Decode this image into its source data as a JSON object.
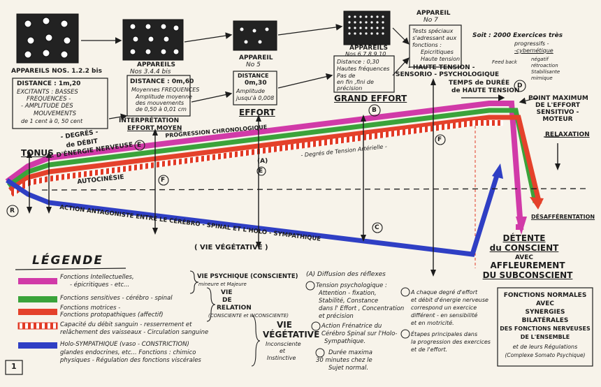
{
  "colors": {
    "psychic": "#d13aa8",
    "sensory": "#3aa33a",
    "motor": "#e4412b",
    "blood_red": "#e23a25",
    "blood_white": "#ffffff",
    "vegetative": "#2f3fc4",
    "ink": "#1c1c1c",
    "paper": "#f7f3ea"
  },
  "apparatus": {
    "a1": {
      "title": "APPAREILS NOS. 1.2.2 bis",
      "distance": "DISTANCE : 1m,20",
      "lines": [
        "EXCITANTS : BASSES",
        "FREQUENCES -",
        "- AMPLITUDE DES",
        "MOUVEMENTS",
        "de 1 cent à 0, 50 cent"
      ]
    },
    "a3": {
      "title": "APPAREILS",
      "number": "Nos 3.4.4 bis",
      "distance": "DISTANCE : 0m,60",
      "lines": [
        "Moyennes FREQUENCES",
        "Amplitude moyenne",
        "des mouvements",
        "de 0,50 à 0,01 cm"
      ]
    },
    "a5": {
      "title": "APPAREIL",
      "number": "No 5",
      "distance": "DISTANCE",
      "dist_val": "0m,30",
      "lines": [
        "Amplitude",
        "jusqu'à 0,008"
      ]
    },
    "a6": {
      "title": "APPAREILS",
      "number": "Nos 6.7.8.9.10",
      "lines": [
        "Distance : 0,30",
        "Hautes fréquences",
        "Pas de",
        "en fin ,fini de",
        "précision"
      ]
    },
    "a7": {
      "title": "APPAREIL",
      "number": "No 7",
      "lines": [
        "Tests spéciaux",
        "s'adressant aux",
        "fonctions :",
        "Epicritiques",
        "Haute tension"
      ]
    }
  },
  "labels": {
    "soit": "Soit : 2000 Exercices très",
    "soit2": "progressifs -",
    "soit3": "-cybernétique",
    "right_small": [
      "Feed back",
      "négatif",
      "rétroaction",
      "Stabilisante",
      "mimique"
    ],
    "haute_tension": "- HAUTE TENSION -",
    "sensorio": "SENSORIO - PSYCHOLOGIQUE",
    "temps": "TEMPS de DURÉE",
    "temps2": "de HAUTE TENSION",
    "d_circle": "D",
    "point_max": [
      "POINT MAXIMUM",
      "DE L'EFFORT",
      "SENSITIVO -",
      "MOTEUR"
    ],
    "relaxation": "RELAXATION",
    "effort": "EFFORT",
    "grand_effort": "GRAND EFFORT",
    "b_circle": "B",
    "interp": "INTERPRÉTATION",
    "effort_moyen": "EFFORT MOYEN",
    "progression": "PROGRESSION CHRONOLOGIQUE",
    "degres": [
      "- DEGRÉS -",
      "de DÉBIT",
      "D'ÉNERGIE NERVEUSE"
    ],
    "e_circle": "E",
    "tonus": "TONUS",
    "autocinesie": "AUTOCINÉSIE",
    "f_circle": "F",
    "a_label": "(A)",
    "degres_tension": "- Degrés de Tension Artérielle -",
    "action": "ACTION ANTAGONISTE   ENTRE LE CÉRÉBRO -   SPINAL ET L'HOLO - SYMPATHIQUE",
    "vie_veg": "( VIE VÉGÉTATIVE )",
    "c_circle": "C",
    "r_circle": "R",
    "desafferentation": "DÉSAFFÉRENTATION",
    "detente": [
      "DÉTENTE",
      "du CONSCIENT",
      "AVEC",
      "AFFLEUREMENT",
      "DU SUBCONSCIENT"
    ],
    "fonctions_normales": [
      "FONCTIONS NORMALES",
      "AVEC",
      "SYNERGIES",
      "BILATÉRALES",
      "DES FONCTIONS NERVEUSES",
      "DE L'ENSEMBLE",
      "et de leurs Régulations",
      "(Complexe Somato Psychique)"
    ],
    "number_box": "1"
  },
  "legend": {
    "title": "LÉGENDE",
    "items": [
      {
        "text": "Fonctions Intellectuelles,",
        "text2": "- épicritiques - etc...",
        "key": "psychic"
      },
      {
        "text": "Fonctions sensitives - cérébro - spinal",
        "key": "sensory"
      },
      {
        "text": "Fonctions motrices -",
        "text2": "Fonctions protopathiques (affectif)",
        "key": "motor"
      },
      {
        "text": "Capacité du débit sanguin - resserrement et",
        "text2": "relâchement des vaisseaux - Circulation sanguine",
        "key": "blood"
      },
      {
        "text": "Holo-SYMPATHIQUE (vaso - CONSTRICTION)",
        "text2": "glandes endocrines, etc... Fonctions : chimico",
        "text3": "physiques - Régulation des fonctions viscérales",
        "key": "vegetative"
      }
    ],
    "vie_psy": "VIE PSYCHIQUE (CONSCIENTE)",
    "vie_psy2": "mineure et Majeure",
    "vie_rel": "VIE",
    "vie_rel2": "DE",
    "vie_rel3": "RELATION",
    "vie_rel4": "(CONSCIENTE et INCONSCIENTE)",
    "vie_veg": "VIE",
    "vie_veg2": "VÉGÉTATIVE",
    "vie_veg3": "Inconsciente",
    "vie_veg4": "et",
    "vie_veg5": "Instinctive"
  },
  "notes": {
    "A": "(A) Diffusion des réflexes",
    "B": [
      "Tension psychologique :",
      "Attention - fixation,",
      "Stabilité, Constance",
      "dans l' Effort , Concentration",
      "et précision"
    ],
    "C": [
      "Action Frénatrice du",
      "Cérébro Spinal sur l'Holo-",
      "Sympathique."
    ],
    "D": [
      "Durée maxima",
      "30 minutes chez le",
      "Sujet normal."
    ],
    "E": [
      "A chaque degré d'effort",
      "et débit d'énergie nerveuse",
      "correspond un exercice",
      "différent - en sensibilité",
      "et en motricité."
    ],
    "F": [
      "Étapes principales dans",
      "la progression des exercices",
      "et de l'effort."
    ]
  }
}
